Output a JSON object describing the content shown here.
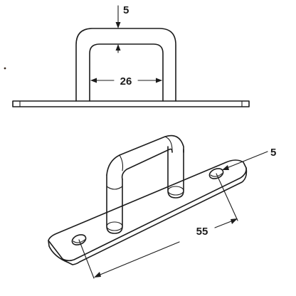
{
  "dimensions": {
    "wall_thickness": "5",
    "inner_width": "26",
    "hole_spacing": "55",
    "hole_diameter": "5"
  }
}
